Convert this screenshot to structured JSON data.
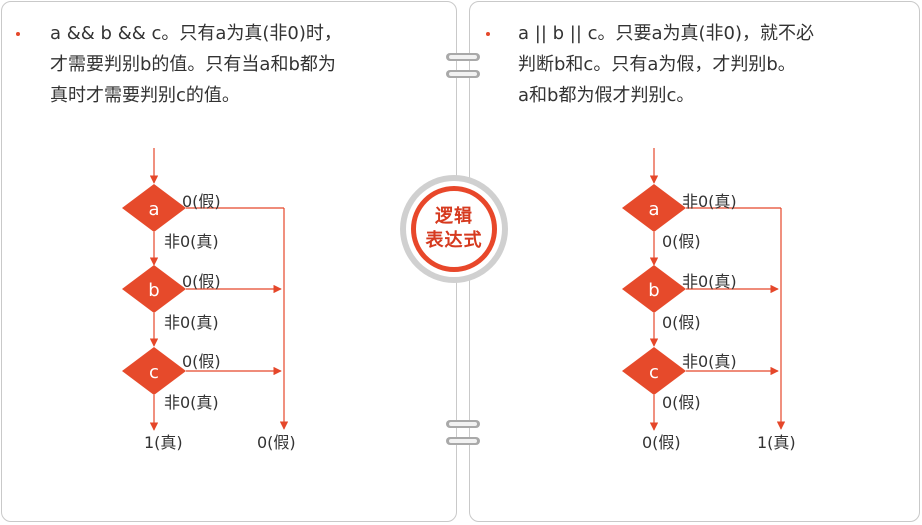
{
  "center": {
    "line1": "逻辑",
    "line2": "表达式"
  },
  "colors": {
    "accent": "#e5472a",
    "node_fill": "#e64a2b",
    "arrow": "#e5472a",
    "text": "#333333"
  },
  "and_section": {
    "description": [
      "a && b && c。只有a为真(非0)时，",
      "才需要判别b的值。只有当a和b都为",
      "真时才需要判别c的值。"
    ],
    "nodes": [
      "a",
      "b",
      "c"
    ],
    "branch_down_label": "非0(真)",
    "branch_right_label": "0(假)",
    "result_down_label": "1(真)",
    "result_right_label": "0(假)"
  },
  "or_section": {
    "description": [
      "a || b || c。只要a为真(非0)，就不必",
      "判断b和c。只有a为假，才判别b。",
      "a和b都为假才判别c。"
    ],
    "nodes": [
      "a",
      "b",
      "c"
    ],
    "branch_down_label": "0(假)",
    "branch_right_label": "非0(真)",
    "result_down_label": "0(假)",
    "result_right_label": "1(真)"
  }
}
